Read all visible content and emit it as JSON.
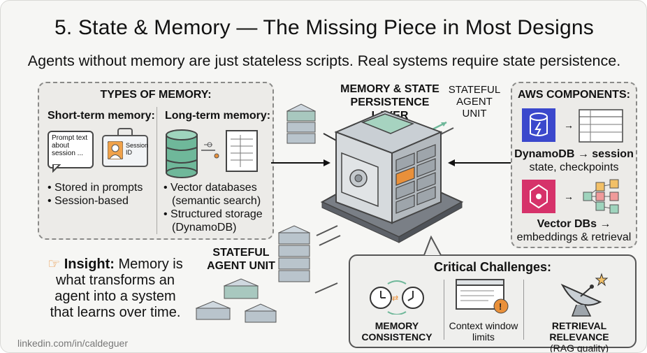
{
  "title": "5. State & Memory — The Missing Piece in Most Designs",
  "subtitle": "Agents without memory are just stateless scripts. Real systems require state persistence.",
  "types_panel": {
    "heading": "TYPES OF MEMORY:",
    "short_term": {
      "heading": "Short-term memory:",
      "bubble_text": "Prompt text about session ...",
      "badge_text": "Session ID",
      "bullets": [
        "• Stored in prompts",
        "• Session-based"
      ]
    },
    "long_term": {
      "heading": "Long-term memory:",
      "bullets": [
        "• Vector databases",
        "(semantic search)",
        "• Structured storage",
        "(DynamoDB)"
      ]
    }
  },
  "center": {
    "layer_label_1": "MEMORY & STATE",
    "layer_label_2": "PERSISTENCE LAYER",
    "stateful_top": [
      "STATEFUL",
      "AGENT",
      "UNIT"
    ],
    "stateful_bottom": [
      "STATEFUL",
      "AGENT UNIT"
    ]
  },
  "aws_panel": {
    "heading": "AWS COMPONENTS:",
    "dynamo_line1": "DynamoDB → session",
    "dynamo_line2": "state, checkpoints",
    "vector_line1": "Vector DBs →",
    "vector_line2": "embeddings & retrieval"
  },
  "insight": {
    "icon": "pointing-hand-icon",
    "label": "Insight:",
    "line1": " Memory is",
    "line2": "what transforms an",
    "line3": "agent into a system",
    "line4": "that learns over time."
  },
  "challenges": {
    "heading": "Critical Challenges:",
    "items": [
      {
        "line1": "MEMORY",
        "line2": "CONSISTENCY"
      },
      {
        "line1": "Context window",
        "line2": "limits"
      },
      {
        "line1": "RETRIEVAL RELEVANCE",
        "line2": "(RAG quality)"
      }
    ]
  },
  "footer": "linkedin.com/in/caldeguer",
  "colors": {
    "dynamo_icon": "#3b48cc",
    "vector_icon": "#d6326a",
    "orange_accent": "#e9903a",
    "green_accent": "#6fb89a"
  }
}
